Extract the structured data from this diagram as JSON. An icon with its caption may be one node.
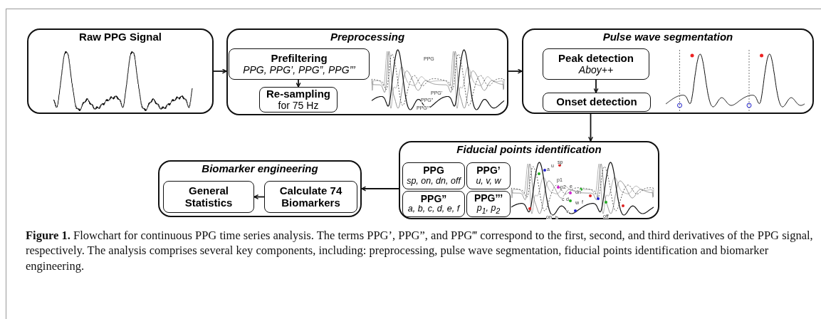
{
  "diagram": {
    "caption": "**Figure 1.** Flowchart for continuous PPG time series analysis. The terms PPG’, PPG”, and PPG‴ correspond to the first, second, and third derivatives of the PPG signal, respectively. The analysis comprises several key components, including: preprocessing, pulse wave segmentation, fiducial points identification and biomarker engineering.",
    "nodes": [
      {
        "text": [
          "Raw PPG Signal"
        ]
      },
      {
        "text": [
          "Preprocessing"
        ]
      },
      {
        "text": [
          "Prefiltering",
          "PPG, PPG’, PPG”, PPG’’’"
        ],
        "in": 1
      },
      {
        "text": [
          "Re-sampling",
          "for 75 Hz"
        ],
        "in": 1
      },
      {
        "text": [
          "Pulse wave segmentation"
        ]
      },
      {
        "text": [
          "Peak detection",
          "Aboy++"
        ],
        "in": 4
      },
      {
        "text": [
          "Onset detection"
        ],
        "in": 4
      },
      {
        "text": [
          "Fiducial points identification"
        ]
      },
      {
        "text": [
          "PPG",
          "sp, on, dn, off"
        ],
        "in": 7
      },
      {
        "text": [
          "PPG’",
          "u, v, w"
        ],
        "in": 7
      },
      {
        "text": [
          "PPG”",
          "a, b, c, d, e, f"
        ],
        "in": 7
      },
      {
        "text": [
          "PPG’’’",
          "p$_{1}$, p$_{2}$"
        ],
        "in": 7
      },
      {
        "text": [
          "Biomarker engineering"
        ]
      },
      {
        "text": [
          "General Statistics"
        ],
        "in": 12
      },
      {
        "text": [
          "Calculate 74 Biomarkers"
        ],
        "in": 12
      }
    ],
    "edges": [
      {
        "from": 0,
        "to": 1,
        "arrow": "to"
      },
      {
        "from": 1,
        "to": 4,
        "arrow": "to"
      },
      {
        "from": 2,
        "to": 3,
        "arrow": "to"
      },
      {
        "from": 5,
        "to": 6,
        "arrow": "to"
      },
      {
        "from": 4,
        "to": 7,
        "arrow": "to"
      },
      {
        "from": 7,
        "to": 12,
        "arrow": "to"
      },
      {
        "from": 14,
        "to": 13,
        "arrow": "to"
      }
    ],
    "labels": [
      "PPG",
      "PPG’",
      "PPG”",
      "PPG’’’",
      "sp",
      "u",
      "a",
      "p1",
      "p2",
      "e",
      "dn",
      "c",
      "d",
      "w",
      "f",
      "v",
      "on",
      "off",
      "b"
    ]
  }
}
